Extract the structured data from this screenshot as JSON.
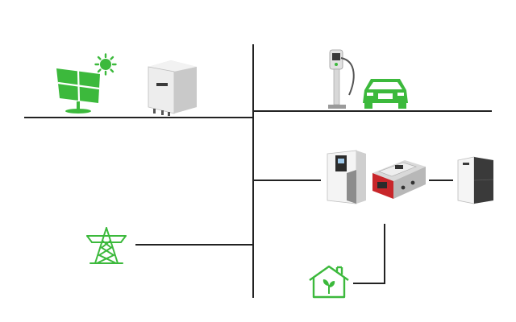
{
  "diagram": {
    "colors": {
      "green": "#3cb93c",
      "line": "#222222",
      "device_body": "#e9e9e9",
      "device_dark": "#2b2b2b",
      "inverter_red": "#c8262a"
    },
    "nodes": [
      {
        "id": "solar-panel",
        "icon": "solar-panel-icon"
      },
      {
        "id": "sun",
        "icon": "sun-icon"
      },
      {
        "id": "pv-inverter",
        "icon": "pv-inverter-device"
      },
      {
        "id": "ev-charger",
        "icon": "ev-charger-device"
      },
      {
        "id": "electric-car",
        "icon": "car-icon"
      },
      {
        "id": "storage-inverter",
        "icon": "storage-inverter-device"
      },
      {
        "id": "offgrid-inverter",
        "icon": "offgrid-inverter-device"
      },
      {
        "id": "battery",
        "icon": "battery-cabinet-device"
      },
      {
        "id": "power-grid",
        "icon": "transmission-tower-icon"
      },
      {
        "id": "home",
        "icon": "green-home-icon"
      }
    ]
  }
}
